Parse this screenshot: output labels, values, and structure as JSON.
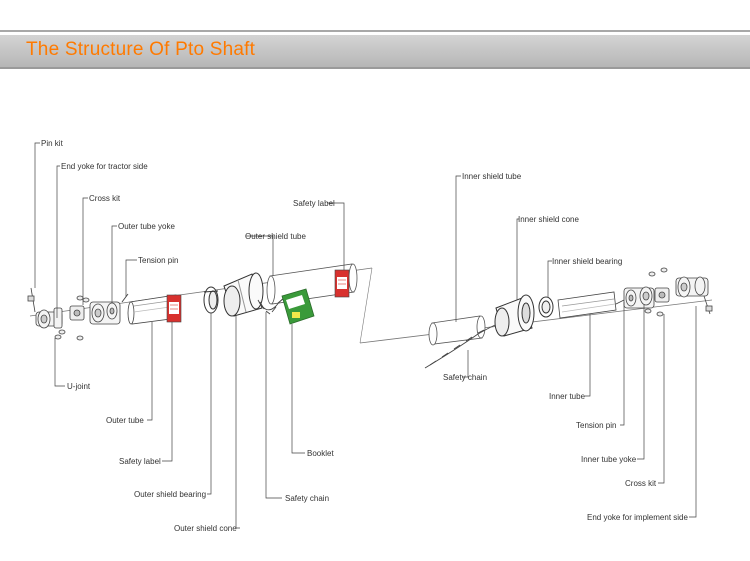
{
  "title": "The Structure Of Pto Shaft",
  "colors": {
    "title": "#ff7a00",
    "banner": "#c4c4c4",
    "line": "#555555",
    "label_red": "#d8312e",
    "booklet_green": "#3a9a3a"
  },
  "labels": {
    "pin_kit": "Pin kit",
    "end_yoke_tractor": "End yoke for tractor side",
    "cross_kit_left": "Cross kit",
    "outer_tube_yoke": "Outer tube yoke",
    "tension_pin_left": "Tension pin",
    "u_joint": "U-joint",
    "outer_tube": "Outer tube",
    "safety_label_left": "Safety label",
    "outer_shield_bearing": "Outer shield bearing",
    "outer_shield_cone": "Outer shield cone",
    "outer_shield_tube": "Outer shield tube",
    "safety_label_top": "Safety label",
    "booklet": "Booklet",
    "safety_chain_left": "Safety chain",
    "inner_shield_tube": "Inner shield tube",
    "inner_shield_cone": "Inner shield cone",
    "inner_shield_bearing": "Inner shield bearing",
    "safety_chain_right": "Safety chain",
    "inner_tube": "Inner tube",
    "tension_pin_right": "Tension pin",
    "inner_tube_yoke": "Inner tube yoke",
    "cross_kit_right": "Cross kit",
    "end_yoke_implement": "End yoke for implement side"
  }
}
